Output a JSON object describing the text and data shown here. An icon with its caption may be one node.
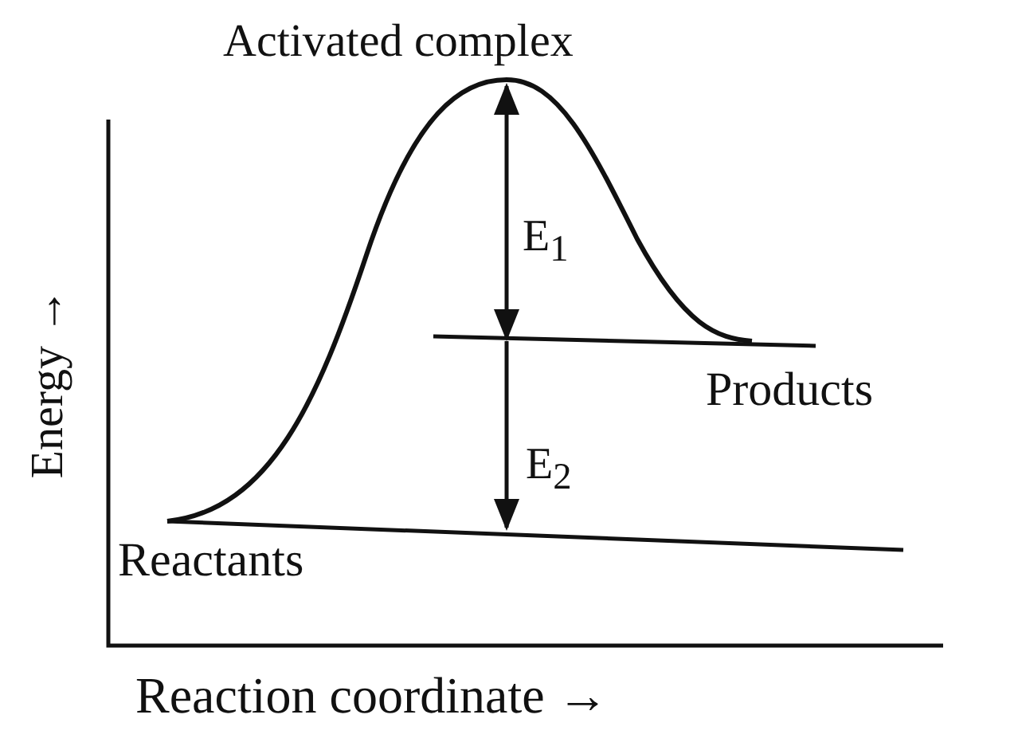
{
  "diagram": {
    "labels": [
      "Activated complex",
      "E$_{1}$",
      "Products",
      "E$_{2}$",
      "Reactants",
      "Energy →",
      "Reaction coordinate →"
    ]
  }
}
